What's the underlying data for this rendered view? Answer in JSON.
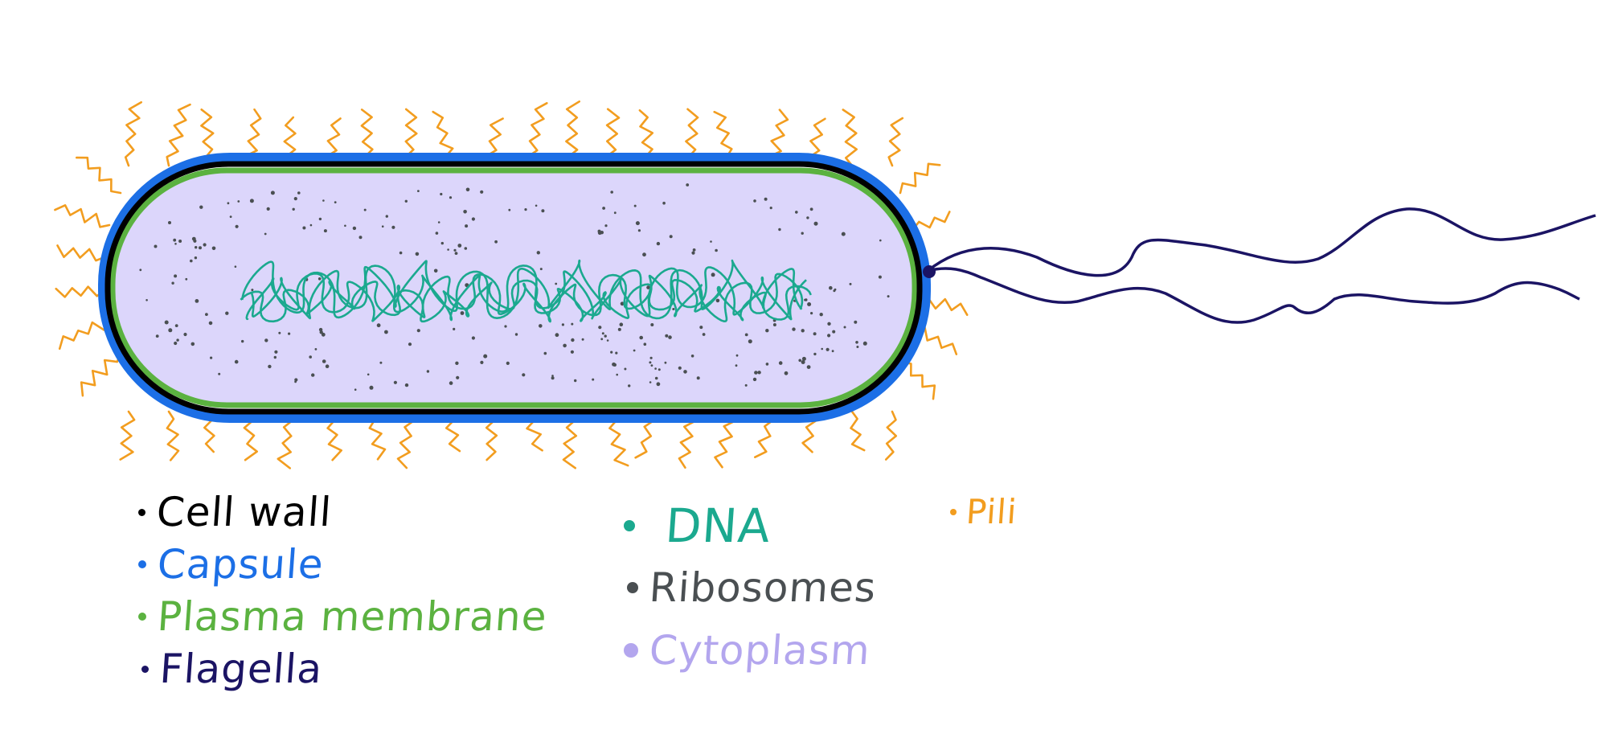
{
  "legend": [
    {
      "key": "cell_wall",
      "label": "Cell wall",
      "color": "#000000"
    },
    {
      "key": "capsule",
      "label": "Capsule",
      "color": "#1c6fe6"
    },
    {
      "key": "plasma_membrane",
      "label": "Plasma membrane",
      "color": "#5bb240"
    },
    {
      "key": "flagella",
      "label": "Flagella",
      "color": "#1b1464"
    },
    {
      "key": "dna",
      "label": "DNA",
      "color": "#1ba98f"
    },
    {
      "key": "ribosomes",
      "label": "Ribosomes",
      "color": "#4a4f52"
    },
    {
      "key": "cytoplasm",
      "label": "Cytoplasm",
      "color": "#b3a6ee"
    },
    {
      "key": "pili",
      "label": "Pili",
      "color": "#f29d1f"
    }
  ],
  "colors": {
    "cytoplasm_fill": "#dcd6fb",
    "capsule": "#1c6fe6",
    "membrane": "#5bb240",
    "wall": "#000000",
    "flagella": "#1b1464",
    "dna": "#1ba98f",
    "ribosome": "#4a4f52",
    "pili": "#f29d1f"
  }
}
